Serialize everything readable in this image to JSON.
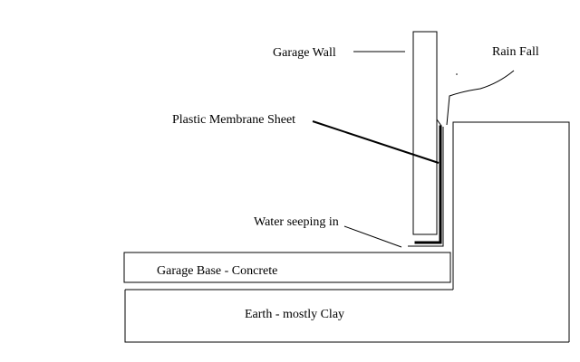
{
  "labels": {
    "garage_wall": "Garage Wall",
    "rain_fall": "Rain Fall",
    "plastic_membrane": "Plastic Membrane Sheet",
    "water_seeping": "Water seeping in",
    "garage_base": "Garage Base - Concrete",
    "earth": "Earth - mostly Clay"
  },
  "colors": {
    "ink": "#000000",
    "background": "#ffffff"
  }
}
